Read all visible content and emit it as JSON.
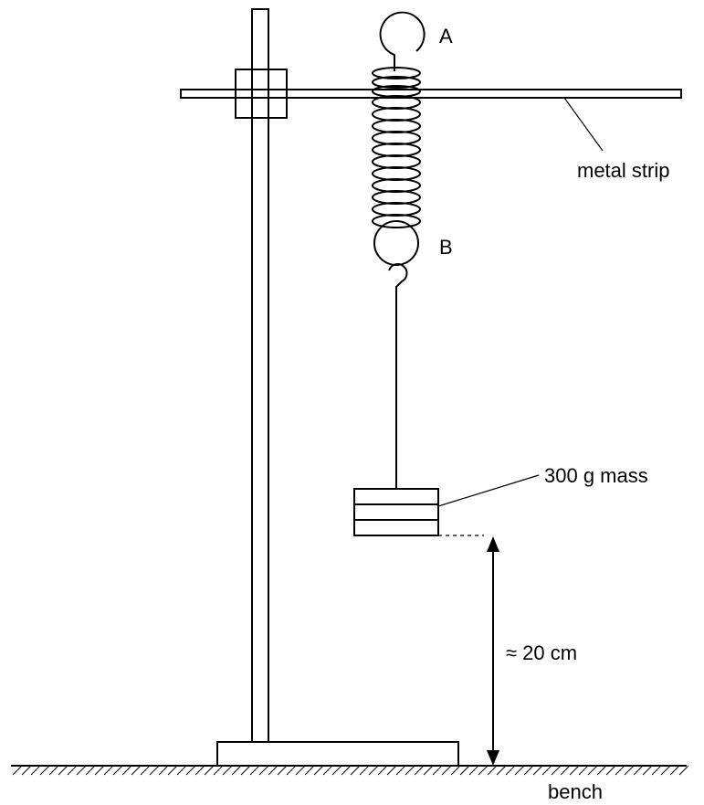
{
  "labels": {
    "top_loop": "A",
    "bottom_loop": "B",
    "metal_strip": "metal strip",
    "mass": "300 g mass",
    "height": "≈ 20 cm",
    "bench": "bench"
  }
}
